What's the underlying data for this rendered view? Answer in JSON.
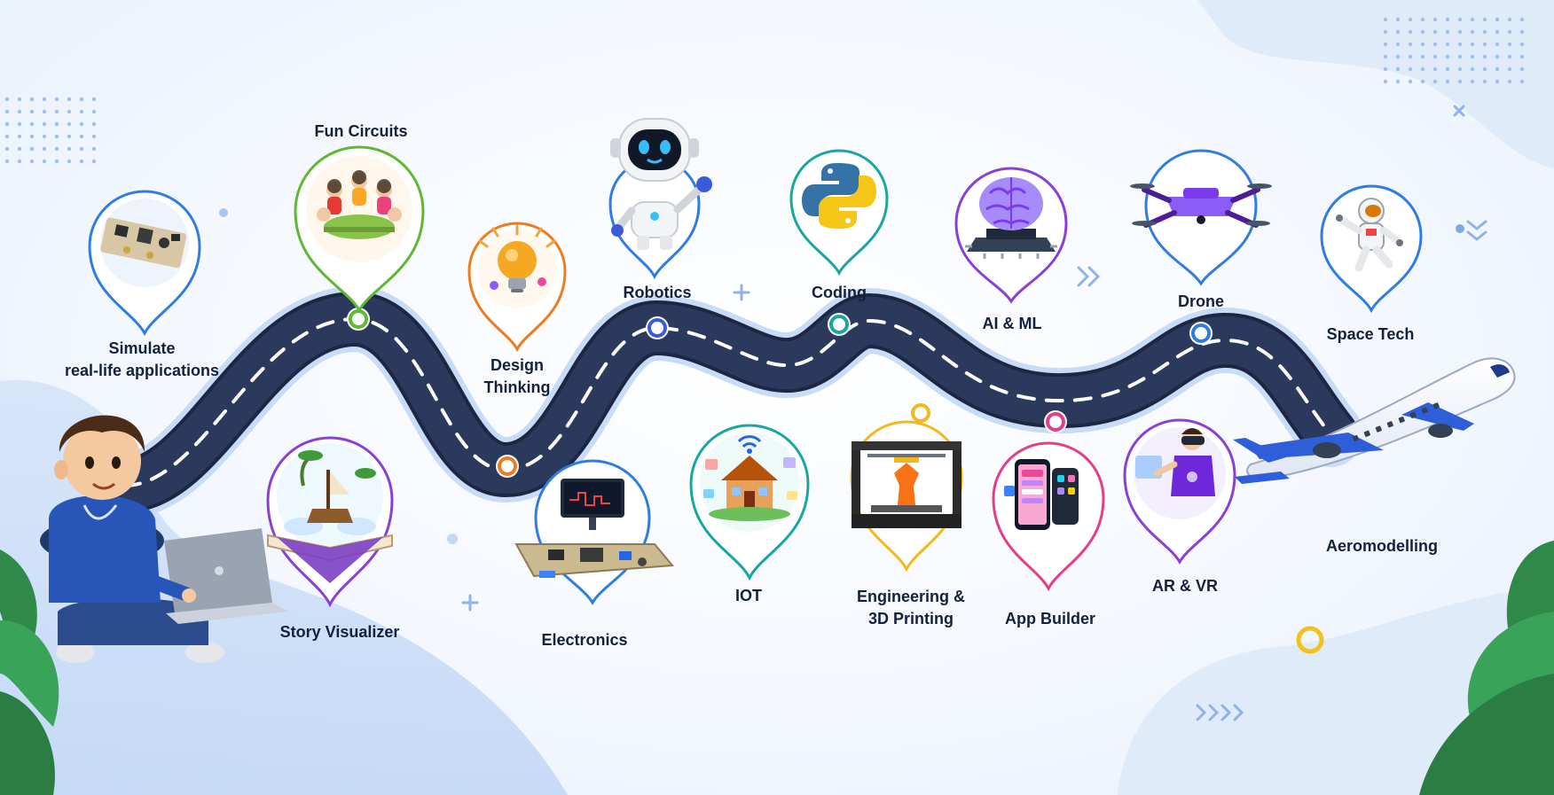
{
  "colors": {
    "road": "#2b3a5c",
    "road_edge": "#1c2744",
    "road_glow": "#c9dcf7",
    "lane": "#ffffff",
    "text": "#14213d"
  },
  "milestones": [
    {
      "id": "simulate",
      "label": "Simulate\nreal-life applications",
      "color": "#2f7de0",
      "icon": "circuit-board-icon"
    },
    {
      "id": "fun-circuits",
      "label": "Fun Circuits",
      "color": "#5fb832",
      "icon": "kids-table-icon"
    },
    {
      "id": "story-visualizer",
      "label": "Story Visualizer",
      "color": "#8b3fd6",
      "icon": "pop-up-book-icon"
    },
    {
      "id": "design-thinking",
      "label": "Design\nThinking",
      "color": "#ef7b20",
      "icon": "lightbulb-icon"
    },
    {
      "id": "electronics",
      "label": "Electronics",
      "color": "#2f7de0",
      "icon": "electronics-kit-icon"
    },
    {
      "id": "robotics",
      "label": "Robotics",
      "color": "#2f7de0",
      "icon": "robot-icon"
    },
    {
      "id": "iot",
      "label": "IOT",
      "color": "#18a7a0",
      "icon": "smart-home-icon"
    },
    {
      "id": "coding",
      "label": "Coding",
      "color": "#18a7a0",
      "icon": "python-logo-icon"
    },
    {
      "id": "engineering",
      "label": "Engineering &\n3D Printing",
      "color": "#f2b81c",
      "icon": "3d-printer-icon"
    },
    {
      "id": "ai-ml",
      "label": "AI & ML",
      "color": "#8b3fd6",
      "icon": "brain-chip-icon"
    },
    {
      "id": "app-builder",
      "label": "App Builder",
      "color": "#e33d8c",
      "icon": "smartphone-icon"
    },
    {
      "id": "drone",
      "label": "Drone",
      "color": "#2f7de0",
      "icon": "drone-icon"
    },
    {
      "id": "ar-vr",
      "label": "AR & VR",
      "color": "#8b3fd6",
      "icon": "vr-headset-icon"
    },
    {
      "id": "space-tech",
      "label": "Space Tech",
      "color": "#2f7de0",
      "icon": "astronaut-icon"
    },
    {
      "id": "aeromodelling",
      "label": "Aeromodelling",
      "color": "#2f5fd8",
      "icon": "airplane-icon"
    }
  ]
}
